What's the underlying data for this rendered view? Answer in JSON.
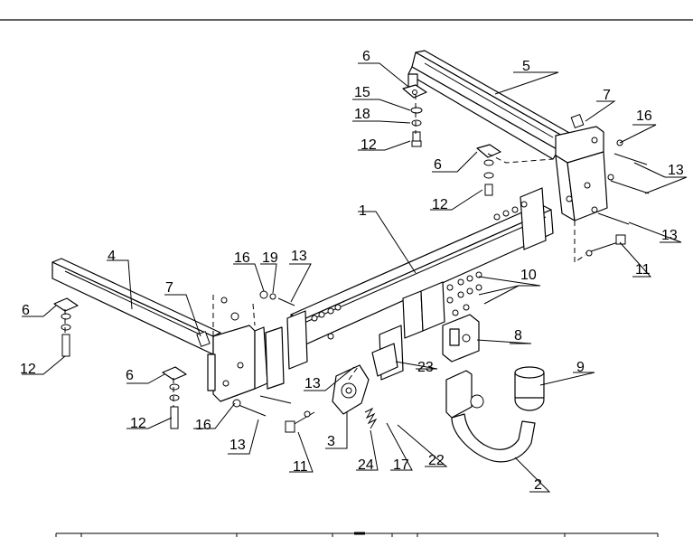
{
  "labels": {
    "l1": "1",
    "l2": "2",
    "l3": "3",
    "l4": "4",
    "l5": "5",
    "l6a": "6",
    "l6b": "6",
    "l6c": "6",
    "l6d": "6",
    "l7a": "7",
    "l7b": "7",
    "l8": "8",
    "l9": "9",
    "l10": "10",
    "l11a": "11",
    "l11b": "11",
    "l12a": "12",
    "l12b": "12",
    "l12c": "12",
    "l12d": "12",
    "l13a": "13",
    "l13b": "13",
    "l13c": "13",
    "l13d": "13",
    "l13e": "13",
    "l15": "15",
    "l16a": "16",
    "l16b": "16",
    "l16c": "16",
    "l17": "17",
    "l18": "18",
    "l19": "19",
    "l22": "22",
    "l23": "23",
    "l24": "24"
  }
}
